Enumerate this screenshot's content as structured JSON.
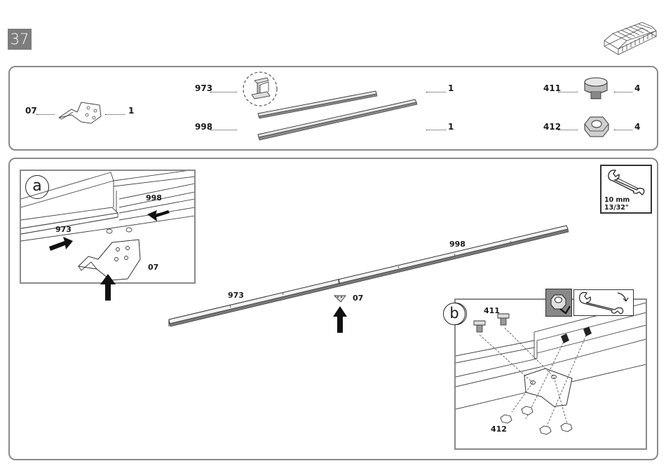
{
  "page": {
    "step_number": "37"
  },
  "parts": [
    {
      "code": "07",
      "qty": "1"
    },
    {
      "code": "973",
      "qty": "1"
    },
    {
      "code": "998",
      "qty": "1"
    },
    {
      "code": "411",
      "qty": "4"
    },
    {
      "code": "412",
      "qty": "4"
    }
  ],
  "tool": {
    "size_mm": "10 mm",
    "size_in": "13/32\""
  },
  "detail_a": {
    "marker": "a",
    "label_973": "973",
    "label_998": "998",
    "label_07": "07"
  },
  "detail_b": {
    "marker": "b",
    "label_411": "411",
    "label_412": "412"
  },
  "main": {
    "label_973": "973",
    "label_998": "998",
    "label_07": "07"
  }
}
